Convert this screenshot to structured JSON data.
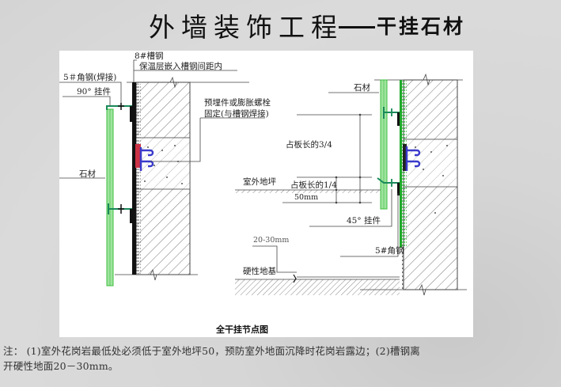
{
  "slide": {
    "title_main": "外墙装饰工程",
    "title_sub": "干挂石材",
    "background_color": "#d6d6d6",
    "panel_color": "#ffffff"
  },
  "diagram": {
    "caption": "全干挂节点图",
    "left_detail": {
      "labels": {
        "channel_steel": "8#槽钢",
        "insulation": "保温层嵌入槽钢间距内",
        "angle_steel": "5＃角钢(焊接)",
        "hanger_90": "90° 挂件",
        "embedded_1": "预埋件或膨胀螺栓",
        "embedded_2": "固定(与槽钢焊接)",
        "stone": "石材"
      }
    },
    "right_detail": {
      "labels": {
        "stone": "石材",
        "three_quarter": "占板长的3/4",
        "outdoor_ground": "室外地坪",
        "one_quarter": "占板长的1/4",
        "dim_50": "50mm",
        "hanger_45": "45° 挂件",
        "dim_gap": "20-30mm",
        "angle_steel": "5#角钢",
        "hard_base": "硬性地基"
      }
    },
    "colors": {
      "stone_panel": "#7fd67f",
      "hanger": "#1a8a5a",
      "channel_steel_right": "#1faa2a",
      "anchor": "#3a3acc",
      "embed_plate": "#cc3344",
      "hatch": "#555555"
    }
  },
  "note": {
    "line1": "注： (1)室外花岗岩最低处必须低于室外地坪50，预防室外地面沉降时花岗岩露边；(2)槽钢离",
    "line2": "开硬性地面20－30mm。"
  }
}
